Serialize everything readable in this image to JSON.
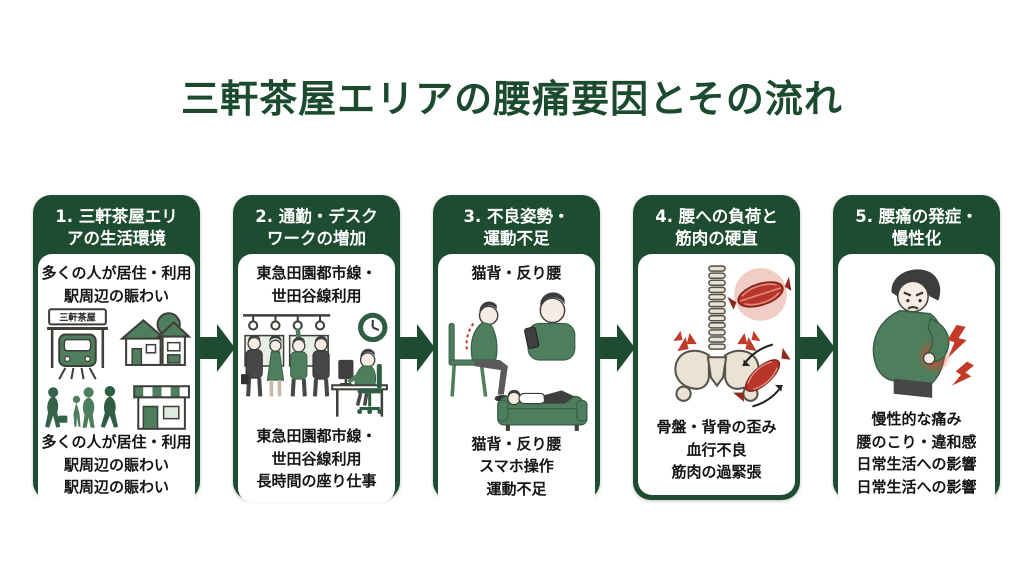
{
  "title": "三軒茶屋エリアの腰痛要因とその流れ",
  "colors": {
    "dark_green": "#1e4c31",
    "title_green": "#1b4a2f",
    "illustration_green": "#4e7e5c",
    "pain_red": "#c23b2a",
    "muscle_pink": "#f2cdc6",
    "bone_beige": "#eae3d3"
  },
  "cards": [
    {
      "header": [
        "1. 三軒茶屋エリ",
        "アの生活環境"
      ],
      "top_text": [
        "多くの人が居住・利用",
        "駅周辺の賑わい"
      ],
      "bottom_text": [
        "多くの人が居住・利用",
        "駅周辺の賑わい",
        "駅周辺の賑わい"
      ],
      "station_sign": "三軒茶屋",
      "icons": [
        "train-station",
        "houses",
        "walking-people",
        "storefront"
      ]
    },
    {
      "header": [
        "2. 通勤・デスク",
        "ワークの増加"
      ],
      "top_text": [
        "東急田園都市線・",
        "世田谷線利用"
      ],
      "bottom_text": [
        "東急田園都市線・",
        "世田谷線利用",
        "長時間の座り仕事"
      ],
      "icons": [
        "crowded-train",
        "wall-clock",
        "desk-worker"
      ]
    },
    {
      "header": [
        "3. 不良姿勢・",
        "運動不足"
      ],
      "top_text": [
        "猫背・反り腰"
      ],
      "bottom_text": [
        "猫背・反り腰",
        "スマホ操作",
        "運動不足"
      ],
      "icons": [
        "slouched-sitting-person",
        "smartphone-user",
        "person-lying-on-sofa"
      ]
    },
    {
      "header": [
        "4. 腰への負荷と",
        "筋肉の硬直"
      ],
      "bottom_text": [
        "骨盤・背骨の歪み",
        "血行不良",
        "筋肉の過緊張"
      ],
      "icons": [
        "spine-and-pelvis",
        "tense-muscle",
        "stiff-muscle"
      ]
    },
    {
      "header": [
        "5. 腰痛の発症・",
        "慢性化"
      ],
      "bottom_text": [
        "慢性的な痛み",
        "腰のこり・違和感",
        "日常生活への影響",
        "日常生活への影響"
      ],
      "icons": [
        "man-with-back-pain",
        "pain-lightning"
      ]
    }
  ]
}
